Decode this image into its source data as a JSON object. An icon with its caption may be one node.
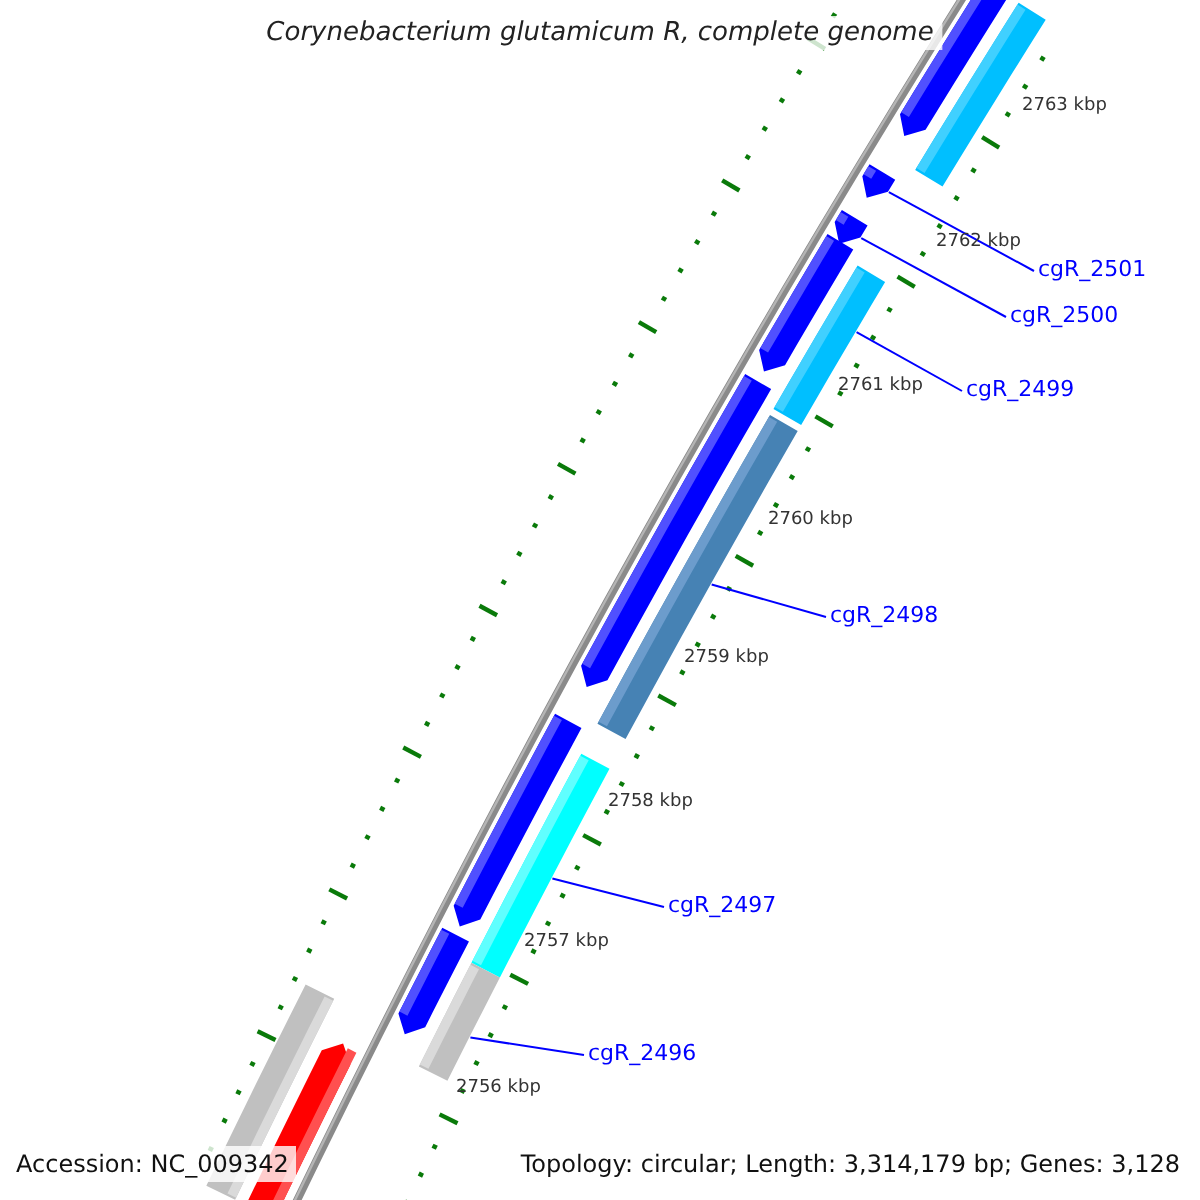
{
  "diagram": {
    "title": "Corynebacterium glutamicum R, complete genome",
    "nodes": [
      {
        "text": [],
        "shape": "bar"
      },
      {
        "text": [],
        "shape": "bar"
      },
      {
        "text": [],
        "shape": "bar"
      },
      {
        "text": [],
        "shape": "bar"
      },
      {
        "text": [],
        "shape": "bar"
      },
      {
        "text": [],
        "shape": "bar"
      },
      {
        "text": [],
        "shape": "bar"
      },
      {
        "text": [],
        "shape": "bar"
      },
      {
        "text": [],
        "shape": "bar"
      },
      {
        "text": [],
        "shape": "bar"
      },
      {
        "text": [],
        "shape": "bar"
      },
      {
        "text": [],
        "shape": "bar"
      },
      {
        "text": [],
        "shape": "bar"
      },
      {
        "text": [],
        "shape": "bar"
      },
      {
        "text": [
          "cgR_2501"
        ]
      },
      {
        "text": [
          "cgR_2500"
        ]
      },
      {
        "text": [
          "cgR_2499"
        ]
      },
      {
        "text": [
          "cgR_2498"
        ]
      },
      {
        "text": [
          "cgR_2497"
        ]
      },
      {
        "text": [
          "cgR_2496"
        ]
      }
    ],
    "edges": [
      {
        "from": 14,
        "to": 2,
        "arrow": "none"
      },
      {
        "from": 15,
        "to": 3,
        "arrow": "none"
      },
      {
        "from": 16,
        "to": 5,
        "arrow": "none"
      },
      {
        "from": 17,
        "to": 7,
        "arrow": "none"
      },
      {
        "from": 18,
        "to": 9,
        "arrow": "none"
      },
      {
        "from": 19,
        "to": 11,
        "arrow": "none"
      }
    ],
    "labels": [
      "2763 kbp",
      "2762 kbp",
      "2761 kbp",
      "2760 kbp",
      "2759 kbp",
      "2758 kbp",
      "2757 kbp",
      "2756 kbp",
      "Accession: NC_009342",
      "Topology: circular; Length: 3,314,179 bp; Genes: 3,128"
    ]
  }
}
